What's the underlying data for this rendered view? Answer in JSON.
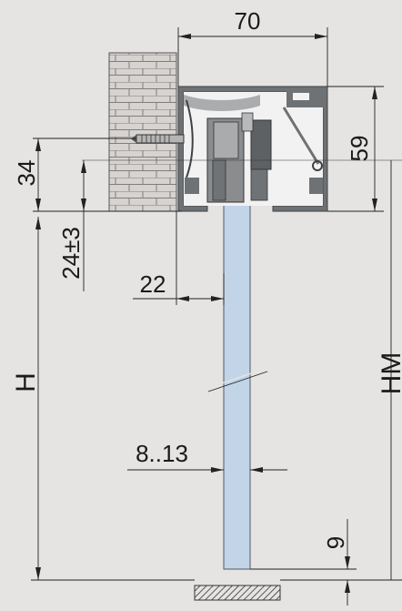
{
  "dimensions": {
    "width_70": "70",
    "height_59": "59",
    "height_34": "34",
    "offset_24": "24±3",
    "offset_22": "22",
    "total_h": "H",
    "hm": "HM",
    "glass_thickness": "8..13",
    "floor_gap": "9"
  },
  "colors": {
    "background": "#e6e4e2",
    "brick": "#d6d3d1",
    "mortar": "#7f7f7f",
    "profile": "#6f7274",
    "profile_fill": "#f2f2f2",
    "glass": "#c2d4e8",
    "carriage": "#8a8c8e"
  }
}
